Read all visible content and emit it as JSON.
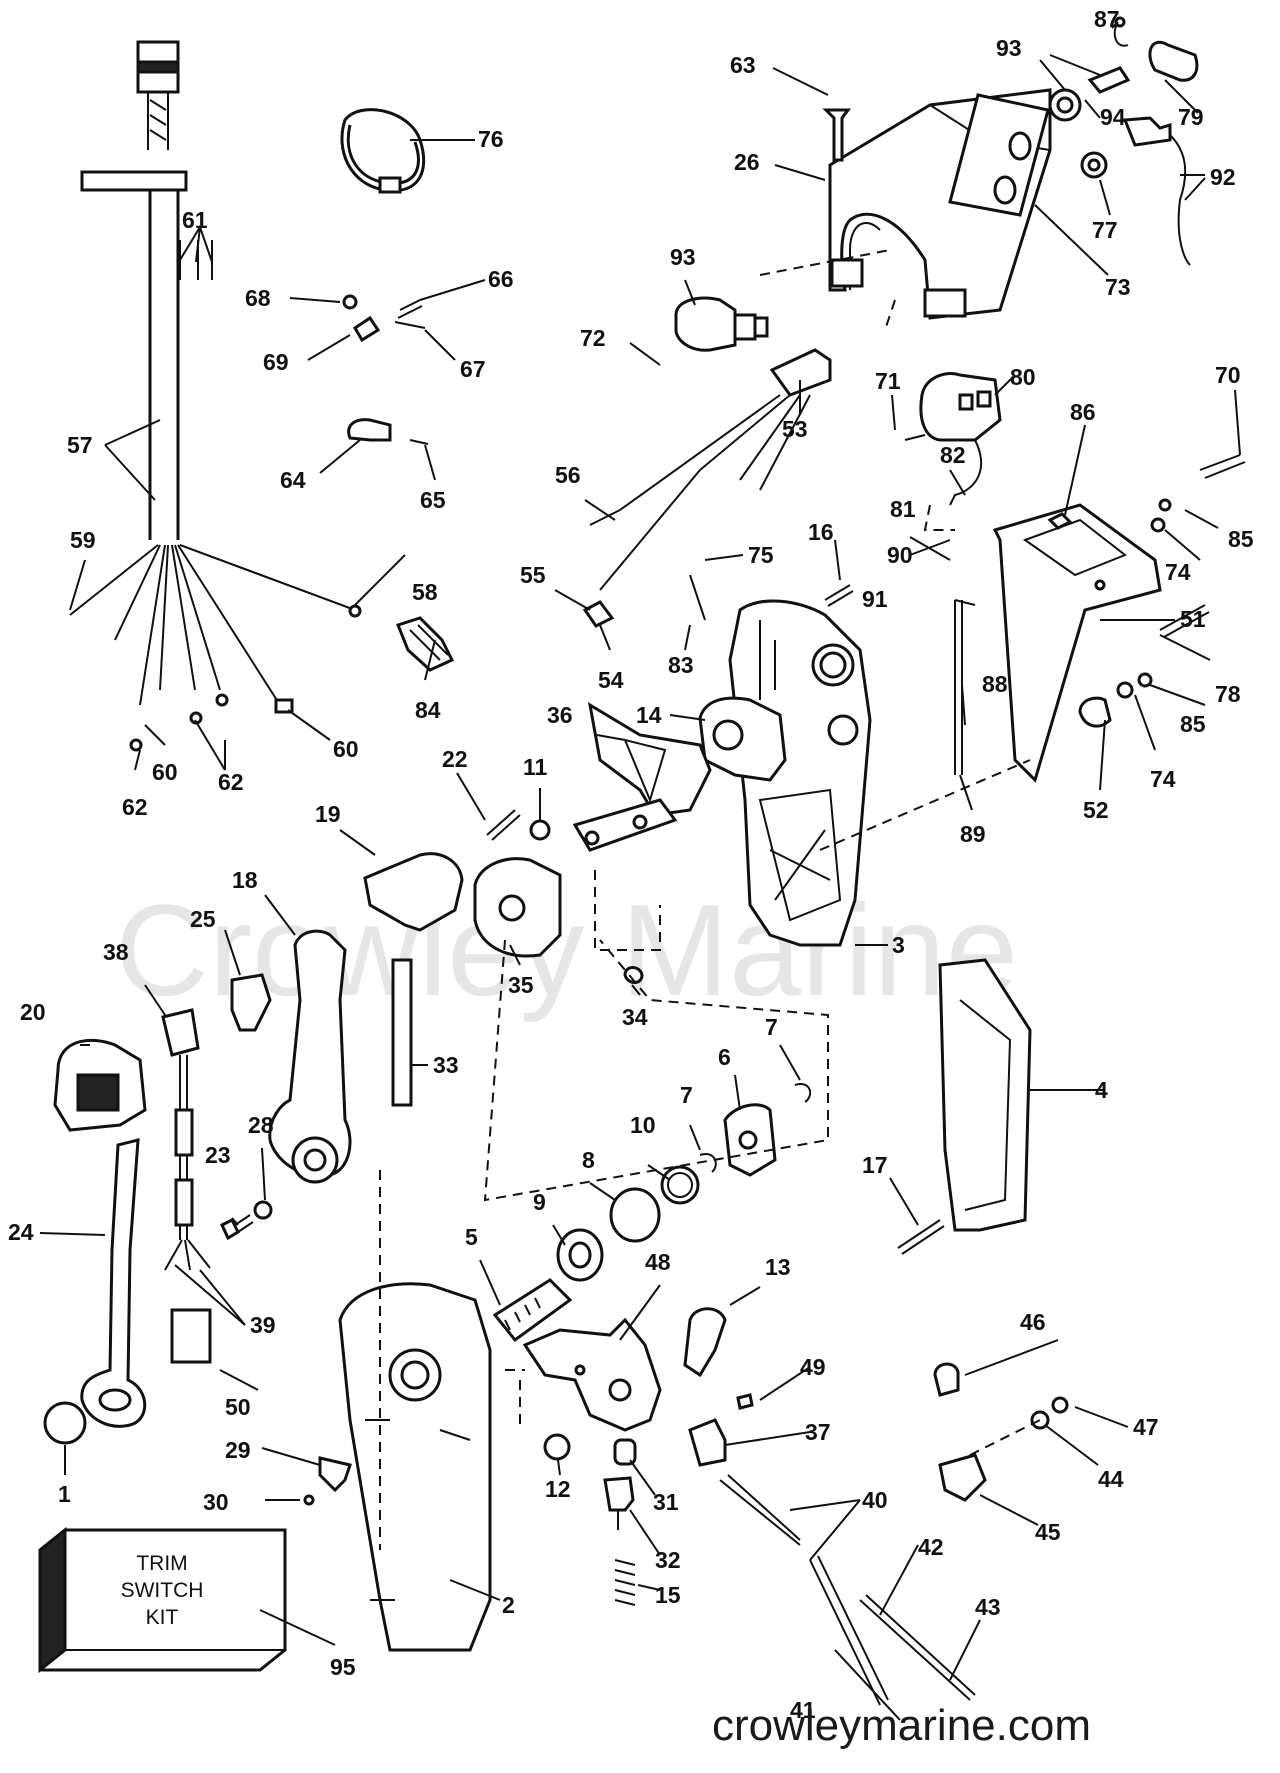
{
  "watermark": "Crowley Marine",
  "website": "crowleymarine.com",
  "kit_box": {
    "line1": "TRIM",
    "line2": "SWITCH",
    "line3": "KIT"
  },
  "callouts": [
    {
      "id": "c87",
      "text": "87"
    },
    {
      "id": "c93a",
      "text": "93"
    },
    {
      "id": "c94",
      "text": "94"
    },
    {
      "id": "c79",
      "text": "79"
    },
    {
      "id": "c63",
      "text": "63"
    },
    {
      "id": "c92",
      "text": "92"
    },
    {
      "id": "c26",
      "text": "26"
    },
    {
      "id": "c77",
      "text": "77"
    },
    {
      "id": "c73",
      "text": "73"
    },
    {
      "id": "c76",
      "text": "76"
    },
    {
      "id": "c61",
      "text": "61"
    },
    {
      "id": "c66",
      "text": "66"
    },
    {
      "id": "c68",
      "text": "68"
    },
    {
      "id": "c69",
      "text": "69"
    },
    {
      "id": "c67",
      "text": "67"
    },
    {
      "id": "c93b",
      "text": "93"
    },
    {
      "id": "c72",
      "text": "72"
    },
    {
      "id": "c71",
      "text": "71"
    },
    {
      "id": "c80",
      "text": "80"
    },
    {
      "id": "c70",
      "text": "70"
    },
    {
      "id": "c86",
      "text": "86"
    },
    {
      "id": "c64",
      "text": "64"
    },
    {
      "id": "c65",
      "text": "65"
    },
    {
      "id": "c53",
      "text": "53"
    },
    {
      "id": "c82",
      "text": "82"
    },
    {
      "id": "c57",
      "text": "57"
    },
    {
      "id": "c56",
      "text": "56"
    },
    {
      "id": "c81",
      "text": "81"
    },
    {
      "id": "c85a",
      "text": "85"
    },
    {
      "id": "c74a",
      "text": "74"
    },
    {
      "id": "c75",
      "text": "75"
    },
    {
      "id": "c16",
      "text": "16"
    },
    {
      "id": "c90",
      "text": "90"
    },
    {
      "id": "c59",
      "text": "59"
    },
    {
      "id": "c55",
      "text": "55"
    },
    {
      "id": "c91",
      "text": "91"
    },
    {
      "id": "c51",
      "text": "51"
    },
    {
      "id": "c58",
      "text": "58"
    },
    {
      "id": "c78",
      "text": "78"
    },
    {
      "id": "c54",
      "text": "54"
    },
    {
      "id": "c83",
      "text": "83"
    },
    {
      "id": "c88",
      "text": "88"
    },
    {
      "id": "c85b",
      "text": "85"
    },
    {
      "id": "c84",
      "text": "84"
    },
    {
      "id": "c36",
      "text": "36"
    },
    {
      "id": "c14",
      "text": "14"
    },
    {
      "id": "c60a",
      "text": "60"
    },
    {
      "id": "c60b",
      "text": "60"
    },
    {
      "id": "c62a",
      "text": "62"
    },
    {
      "id": "c62b",
      "text": "62"
    },
    {
      "id": "c74b",
      "text": "74"
    },
    {
      "id": "c22",
      "text": "22"
    },
    {
      "id": "c11",
      "text": "11"
    },
    {
      "id": "c52",
      "text": "52"
    },
    {
      "id": "c89",
      "text": "89"
    },
    {
      "id": "c19",
      "text": "19"
    },
    {
      "id": "c18",
      "text": "18"
    },
    {
      "id": "c3",
      "text": "3"
    },
    {
      "id": "c25",
      "text": "25"
    },
    {
      "id": "c35",
      "text": "35"
    },
    {
      "id": "c38",
      "text": "38"
    },
    {
      "id": "c34",
      "text": "34"
    },
    {
      "id": "c20",
      "text": "20"
    },
    {
      "id": "c33",
      "text": "33"
    },
    {
      "id": "c7a",
      "text": "7"
    },
    {
      "id": "c6",
      "text": "6"
    },
    {
      "id": "c4",
      "text": "4"
    },
    {
      "id": "c7b",
      "text": "7"
    },
    {
      "id": "c28",
      "text": "28"
    },
    {
      "id": "c10",
      "text": "10"
    },
    {
      "id": "c8",
      "text": "8"
    },
    {
      "id": "c23",
      "text": "23"
    },
    {
      "id": "c17",
      "text": "17"
    },
    {
      "id": "c24",
      "text": "24"
    },
    {
      "id": "c9",
      "text": "9"
    },
    {
      "id": "c5",
      "text": "5"
    },
    {
      "id": "c48",
      "text": "48"
    },
    {
      "id": "c13",
      "text": "13"
    },
    {
      "id": "c39",
      "text": "39"
    },
    {
      "id": "c46",
      "text": "46"
    },
    {
      "id": "c50",
      "text": "50"
    },
    {
      "id": "c49",
      "text": "49"
    },
    {
      "id": "c29",
      "text": "29"
    },
    {
      "id": "c37",
      "text": "37"
    },
    {
      "id": "c47",
      "text": "47"
    },
    {
      "id": "c44",
      "text": "44"
    },
    {
      "id": "c1",
      "text": "1"
    },
    {
      "id": "c30",
      "text": "30"
    },
    {
      "id": "c12",
      "text": "12"
    },
    {
      "id": "c31",
      "text": "31"
    },
    {
      "id": "c40",
      "text": "40"
    },
    {
      "id": "c45",
      "text": "45"
    },
    {
      "id": "c32",
      "text": "32"
    },
    {
      "id": "c42",
      "text": "42"
    },
    {
      "id": "c15",
      "text": "15"
    },
    {
      "id": "c2",
      "text": "2"
    },
    {
      "id": "c43",
      "text": "43"
    },
    {
      "id": "c95",
      "text": "95"
    },
    {
      "id": "c41",
      "text": "41"
    }
  ]
}
